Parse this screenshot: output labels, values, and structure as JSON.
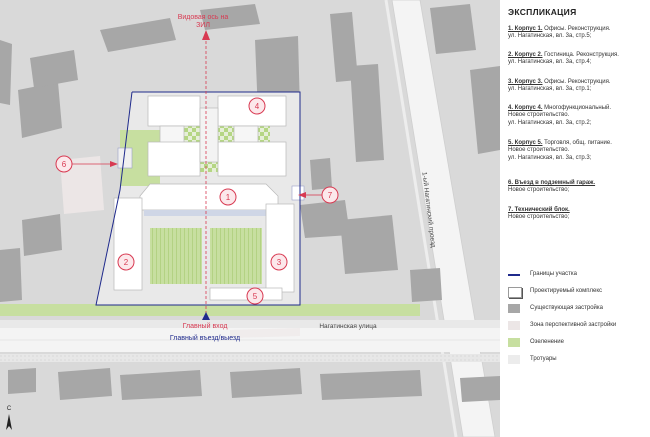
{
  "map": {
    "view_axis_label_line1": "Видовая ось на",
    "view_axis_label_line2": "ЗИЛ",
    "main_entrance": "Главный вход",
    "main_driveway": "Главный въезд/выезд",
    "street_south": "Нагатинская улица",
    "street_east": "1-ый Нагатинский проезд",
    "compass": "С",
    "markers": [
      "1",
      "2",
      "3",
      "4",
      "5",
      "6",
      "7"
    ],
    "colors": {
      "background": "#d9d9d9",
      "existing_buildings": "#a7a7a7",
      "green": "#c7dfa0",
      "green_dark": "#a9cd6e",
      "site_border": "#1f2a8c",
      "marker": "#d83a52",
      "sidewalk": "#e9e9e9",
      "road": "#f2f2f2"
    }
  },
  "legend": {
    "title": "ЭКСПЛИКАЦИЯ",
    "entries": [
      {
        "head": "1. Корпус 1.",
        "line1": " Офисы. Реконструкция.",
        "line2": "ул. Нагатинская, вл. 3а, стр.5;",
        "line3": ""
      },
      {
        "head": "2. Корпус 2.",
        "line1": " Гостиница. Реконструкция.",
        "line2": "ул. Нагатинская, вл. 3а, стр.4;",
        "line3": ""
      },
      {
        "head": "3. Корпус 3.",
        "line1": " Офисы. Реконструкция.",
        "line2": "ул. Нагатинская, вл. 3а, стр.1;",
        "line3": ""
      },
      {
        "head": "4. Корпус 4.",
        "line1": " Многофункциональный.",
        "line2": "Новое строительство.",
        "line3": "ул. Нагатинская, вл. 3а, стр.2;"
      },
      {
        "head": "5. Корпус 5.",
        "line1": " Торговля, общ. питание.",
        "line2": "Новое строительство.",
        "line3": "ул. Нагатинская, вл. 3а, стр.3;"
      },
      {
        "head": "6. Въезд в подземный гараж.",
        "line1": "",
        "line2": "Новое строительство;",
        "line3": ""
      },
      {
        "head": "7. Технический блок.",
        "line1": "",
        "line2": "Новое строительство;",
        "line3": ""
      }
    ],
    "keys": [
      {
        "label": "Границы участка",
        "icon": "line-swatch",
        "color": "#1f2a8c"
      },
      {
        "label": "Проектируемый комплекс",
        "icon": "building-swatch",
        "color": "#ffffff"
      },
      {
        "label": "Существующая застройка",
        "icon": "solid-swatch",
        "color": "#a7a7a7"
      },
      {
        "label": "Зона перспективной застройки",
        "icon": "solid-swatch",
        "color": "#ece6e6"
      },
      {
        "label": "Озеленение",
        "icon": "solid-swatch",
        "color": "#c7dfa0"
      },
      {
        "label": "Тротуары",
        "icon": "solid-swatch",
        "color": "#ececec"
      }
    ]
  }
}
